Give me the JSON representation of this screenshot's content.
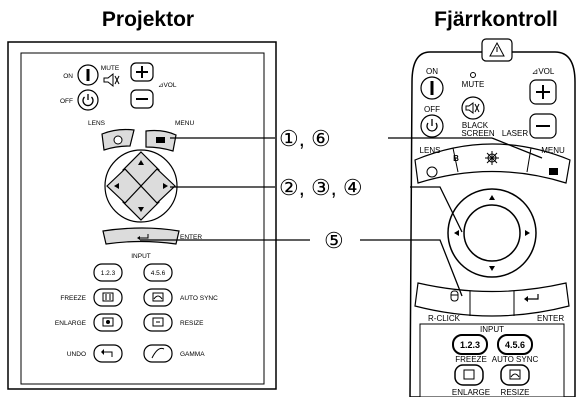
{
  "headers": {
    "left": "Projektor",
    "right": "Fjärrkontroll"
  },
  "projector": {
    "on": "ON",
    "off": "OFF",
    "mute": "MUTE",
    "vol": "⊿VOL",
    "lens": "LENS",
    "menu": "MENU",
    "enter": "ENTER",
    "input": "INPUT",
    "input1": "1.2.3",
    "input2": "4.5.6",
    "freeze": "FREEZE",
    "auto_sync": "AUTO SYNC",
    "enlarge": "ENLARGE",
    "resize": "RESIZE",
    "undo": "UNDO",
    "gamma": "GAMMA"
  },
  "remote": {
    "on": "ON",
    "off": "OFF",
    "mute": "MUTE",
    "vol": "⊿VOL",
    "black": "BLACK",
    "screen": "SCREEN",
    "laser": "LASER",
    "lens": "LENS",
    "menu": "MENU",
    "b": "B",
    "r_click": "R-CLICK",
    "enter": "ENTER",
    "input": "INPUT",
    "input1": "1.2.3",
    "input2": "4.5.6",
    "freeze": "FREEZE",
    "auto_sync": "AUTO SYNC",
    "enlarge": "ENLARGE",
    "resize": "RESIZE"
  },
  "callouts": {
    "c1": "①, ⑥",
    "c2": "②, ③, ④",
    "c3": "⑤"
  }
}
